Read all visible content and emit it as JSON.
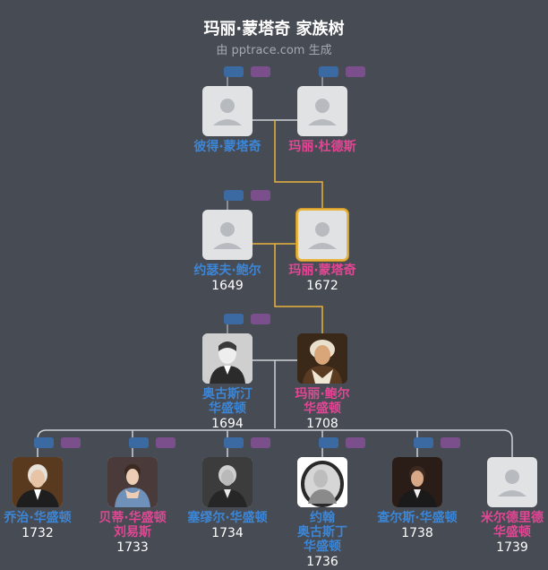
{
  "header": {
    "title": "玛丽·蒙塔奇 家族树",
    "subtitle": "由 pptrace.com 生成"
  },
  "colors": {
    "background": "#474b53",
    "male": "#3d86d6",
    "female": "#e14794",
    "highlight": "#e9b33d",
    "line_ancestor": "#e9b33d",
    "line_normal": "#cfd1d4"
  },
  "people": {
    "peter": {
      "name": "彼得·蒙塔奇",
      "gender": "male",
      "photo": "placeholder"
    },
    "mary_d": {
      "name": "玛丽·杜德斯",
      "gender": "female",
      "photo": "placeholder"
    },
    "joseph": {
      "name": "约瑟夫·鲍尔",
      "year": "1649",
      "gender": "male",
      "photo": "placeholder"
    },
    "mary_m": {
      "name": "玛丽·蒙塔奇",
      "year": "1672",
      "gender": "female",
      "photo": "placeholder"
    },
    "augustine": {
      "name1": "奥古斯汀",
      "name2": "华盛顿",
      "year": "1694",
      "gender": "male",
      "photo": "portrait"
    },
    "mary_b": {
      "name1": "玛丽·鲍尔",
      "name2": "华盛顿",
      "year": "1708",
      "gender": "female",
      "photo": "portrait"
    },
    "george": {
      "name": "乔治·华盛顿",
      "year": "1732",
      "gender": "male",
      "photo": "portrait"
    },
    "betty": {
      "name1": "贝蒂·华盛顿",
      "name2": "刘易斯",
      "year": "1733",
      "gender": "female",
      "photo": "portrait"
    },
    "samuel": {
      "name": "塞缪尔·华盛顿",
      "year": "1734",
      "gender": "male",
      "photo": "portrait"
    },
    "john": {
      "name1": "约翰",
      "name2": "奥古斯丁",
      "name3": "华盛顿",
      "year": "1736",
      "gender": "male",
      "photo": "portrait"
    },
    "charles": {
      "name": "查尔斯·华盛顿",
      "year": "1738",
      "gender": "male",
      "photo": "portrait"
    },
    "mildred": {
      "name1": "米尔德里德",
      "name2": "华盛顿",
      "year": "1739",
      "gender": "female",
      "photo": "placeholder"
    }
  }
}
